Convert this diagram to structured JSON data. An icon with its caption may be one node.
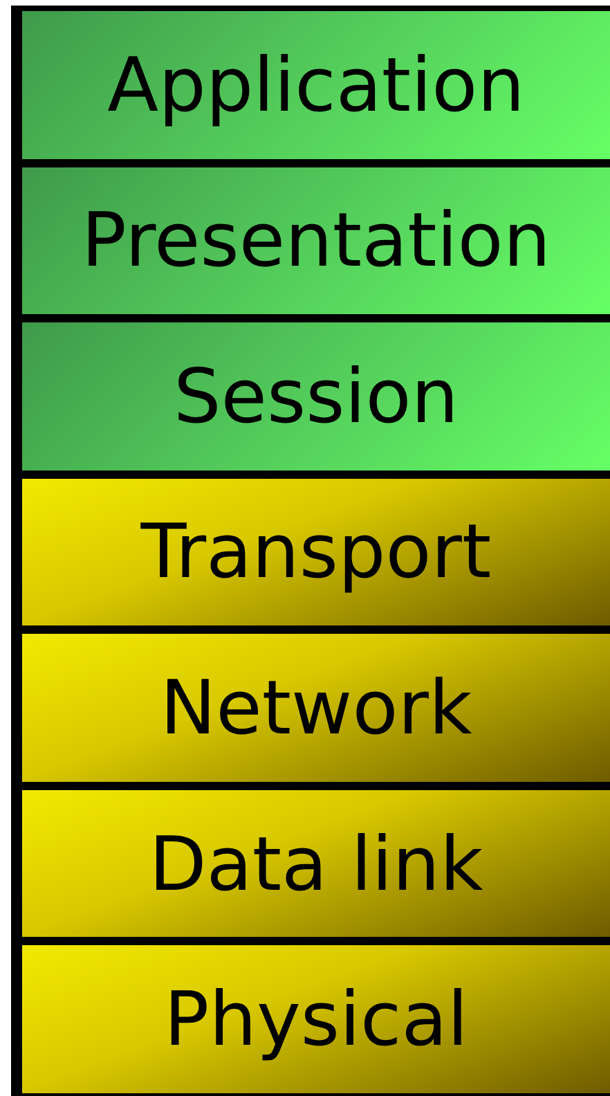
{
  "diagram": {
    "nodes": [
      {
        "text": [
          "Application"
        ]
      },
      {
        "text": [
          "Presentation"
        ]
      },
      {
        "text": [
          "Session"
        ]
      },
      {
        "text": [
          "Transport"
        ]
      },
      {
        "text": [
          "Network"
        ]
      },
      {
        "text": [
          "Data link"
        ]
      },
      {
        "text": [
          "Physical"
        ]
      }
    ]
  }
}
